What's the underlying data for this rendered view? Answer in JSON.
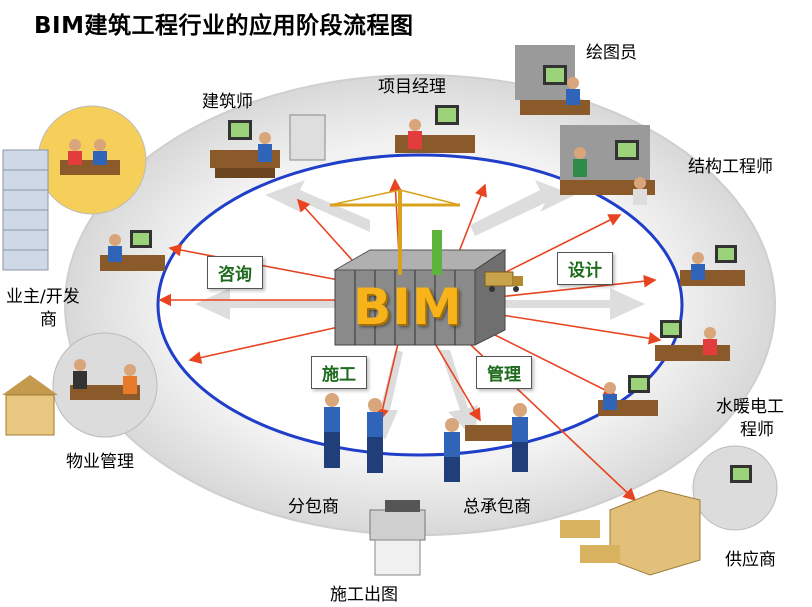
{
  "title": "BIM建筑工程行业的应用阶段流程图",
  "center_label": "BIM",
  "stages": {
    "consult": "咨询",
    "design": "设计",
    "construction": "施工",
    "management": "管理"
  },
  "roles": {
    "architect": "建筑师",
    "project_manager": "项目经理",
    "draftsman": "绘图员",
    "structural_engineer": "结构工程师",
    "owner_line1": "业主/开发",
    "owner_line2": "商",
    "hvac_line1": "水暖电工",
    "hvac_line2": "程师",
    "property_mgmt": "物业管理",
    "subcontractor": "分包商",
    "general_contractor": "总承包商",
    "supplier": "供应商",
    "construction_drawing": "施工出图"
  },
  "colors": {
    "ring": "#e6e6e6",
    "ellipse": "#1f3ec9",
    "arrow": "#e84420",
    "bim_text": "#f7b319",
    "stage_text": "#1d6b1d"
  }
}
